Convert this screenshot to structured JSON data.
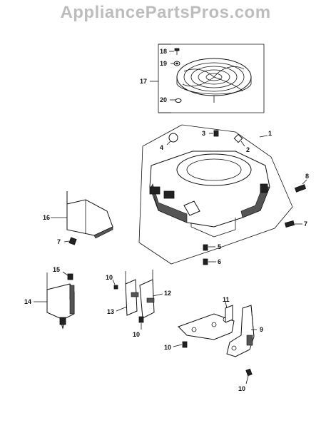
{
  "watermark": "AppliancePartsPros.com",
  "callouts": {
    "c1": "1",
    "c2": "2",
    "c3": "3",
    "c4": "4",
    "c5": "5",
    "c6": "6",
    "c7a": "7",
    "c7b": "7",
    "c8": "8",
    "c9": "9",
    "c10a": "10",
    "c10b": "10",
    "c10c": "10",
    "c10d": "10",
    "c11": "11",
    "c12": "12",
    "c13": "13",
    "c14": "14",
    "c15": "15",
    "c16": "16",
    "c17": "17",
    "c18": "18",
    "c19": "19",
    "c20": "20"
  }
}
